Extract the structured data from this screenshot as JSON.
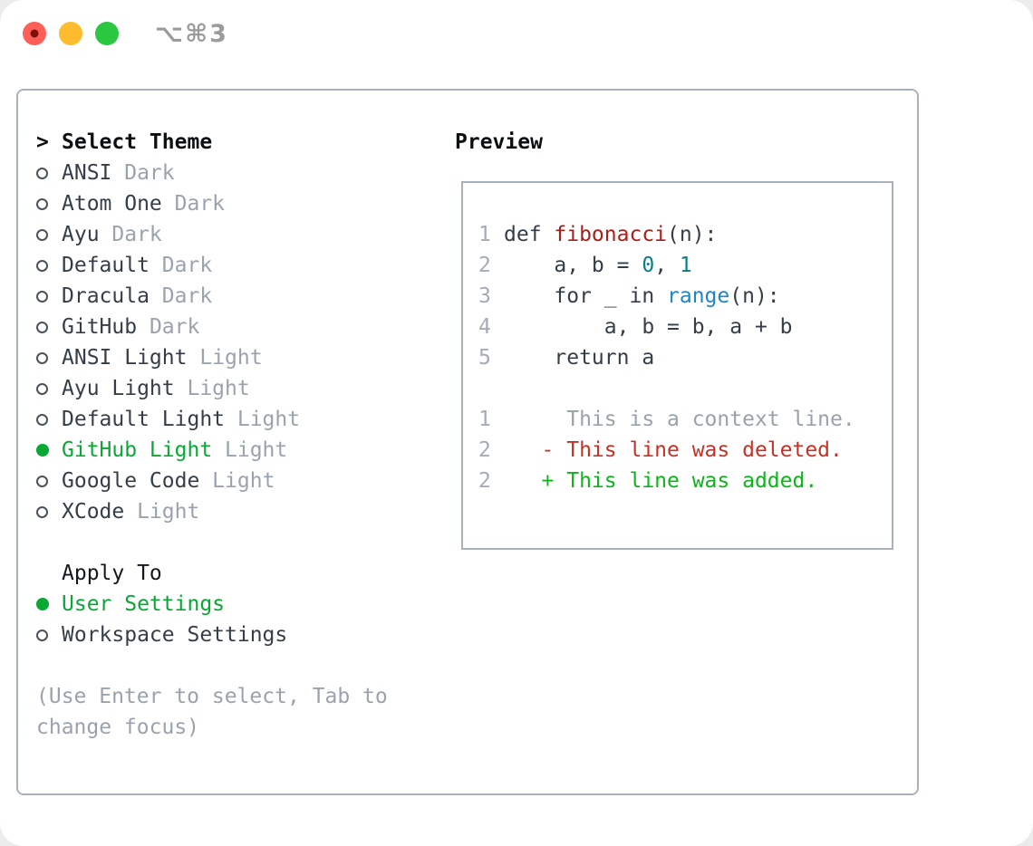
{
  "window": {
    "title": "⌥⌘3",
    "traffic_lights": [
      {
        "name": "close",
        "color": "#ff5f57"
      },
      {
        "name": "minimize",
        "color": "#febc2e"
      },
      {
        "name": "zoom",
        "color": "#2ac840"
      }
    ]
  },
  "theme_panel": {
    "prompt": ">",
    "header": "Select Theme",
    "items": [
      {
        "label": "ANSI",
        "variant": "Dark",
        "selected": false
      },
      {
        "label": "Atom One",
        "variant": "Dark",
        "selected": false
      },
      {
        "label": "Ayu",
        "variant": "Dark",
        "selected": false
      },
      {
        "label": "Default",
        "variant": "Dark",
        "selected": false
      },
      {
        "label": "Dracula",
        "variant": "Dark",
        "selected": false
      },
      {
        "label": "GitHub",
        "variant": "Dark",
        "selected": false
      },
      {
        "label": "ANSI Light",
        "variant": "Light",
        "selected": false
      },
      {
        "label": "Ayu Light",
        "variant": "Light",
        "selected": false
      },
      {
        "label": "Default Light",
        "variant": "Light",
        "selected": false
      },
      {
        "label": "GitHub Light",
        "variant": "Light",
        "selected": true
      },
      {
        "label": "Google Code",
        "variant": "Light",
        "selected": false
      },
      {
        "label": "XCode",
        "variant": "Light",
        "selected": false
      }
    ],
    "apply_to": {
      "header": "Apply To",
      "options": [
        {
          "label": "User Settings",
          "selected": true
        },
        {
          "label": "Workspace Settings",
          "selected": false
        }
      ]
    },
    "hint": "(Use Enter to select, Tab to change focus)"
  },
  "preview": {
    "header": "Preview",
    "code_lines": [
      {
        "num": "1",
        "segments": [
          {
            "text": "def ",
            "color": "default"
          },
          {
            "text": "fibonacci",
            "color": "function"
          },
          {
            "text": "(n):",
            "color": "default"
          }
        ]
      },
      {
        "num": "2",
        "segments": [
          {
            "text": "    a, b = ",
            "color": "default"
          },
          {
            "text": "0",
            "color": "number"
          },
          {
            "text": ", ",
            "color": "default"
          },
          {
            "text": "1",
            "color": "number"
          }
        ]
      },
      {
        "num": "3",
        "segments": [
          {
            "text": "    for _ in ",
            "color": "default"
          },
          {
            "text": "range",
            "color": "builtin"
          },
          {
            "text": "(n):",
            "color": "default"
          }
        ]
      },
      {
        "num": "4",
        "segments": [
          {
            "text": "        a, b = b, a + b",
            "color": "default"
          }
        ]
      },
      {
        "num": "5",
        "segments": [
          {
            "text": "    return a",
            "color": "default"
          }
        ]
      },
      {
        "num": "",
        "segments": []
      },
      {
        "num": "1",
        "segments": [
          {
            "text": "     This is a context line.",
            "color": "context"
          }
        ]
      },
      {
        "num": "2",
        "segments": [
          {
            "text": "   - This line was deleted.",
            "color": "deleted"
          }
        ]
      },
      {
        "num": "2",
        "segments": [
          {
            "text": "   + This line was added.",
            "color": "added"
          }
        ]
      }
    ]
  },
  "colors": {
    "selected_green": "#09a834",
    "muted_gray": "#9aa3ad",
    "text_dark": "#353e48",
    "panel_border": "#a9b1ba",
    "function_red": "#a6211c",
    "number_teal": "#0d7d87",
    "builtin_blue": "#1e86c6",
    "diff_deleted_red": "#c53225",
    "diff_added_green": "#0fb31c"
  }
}
